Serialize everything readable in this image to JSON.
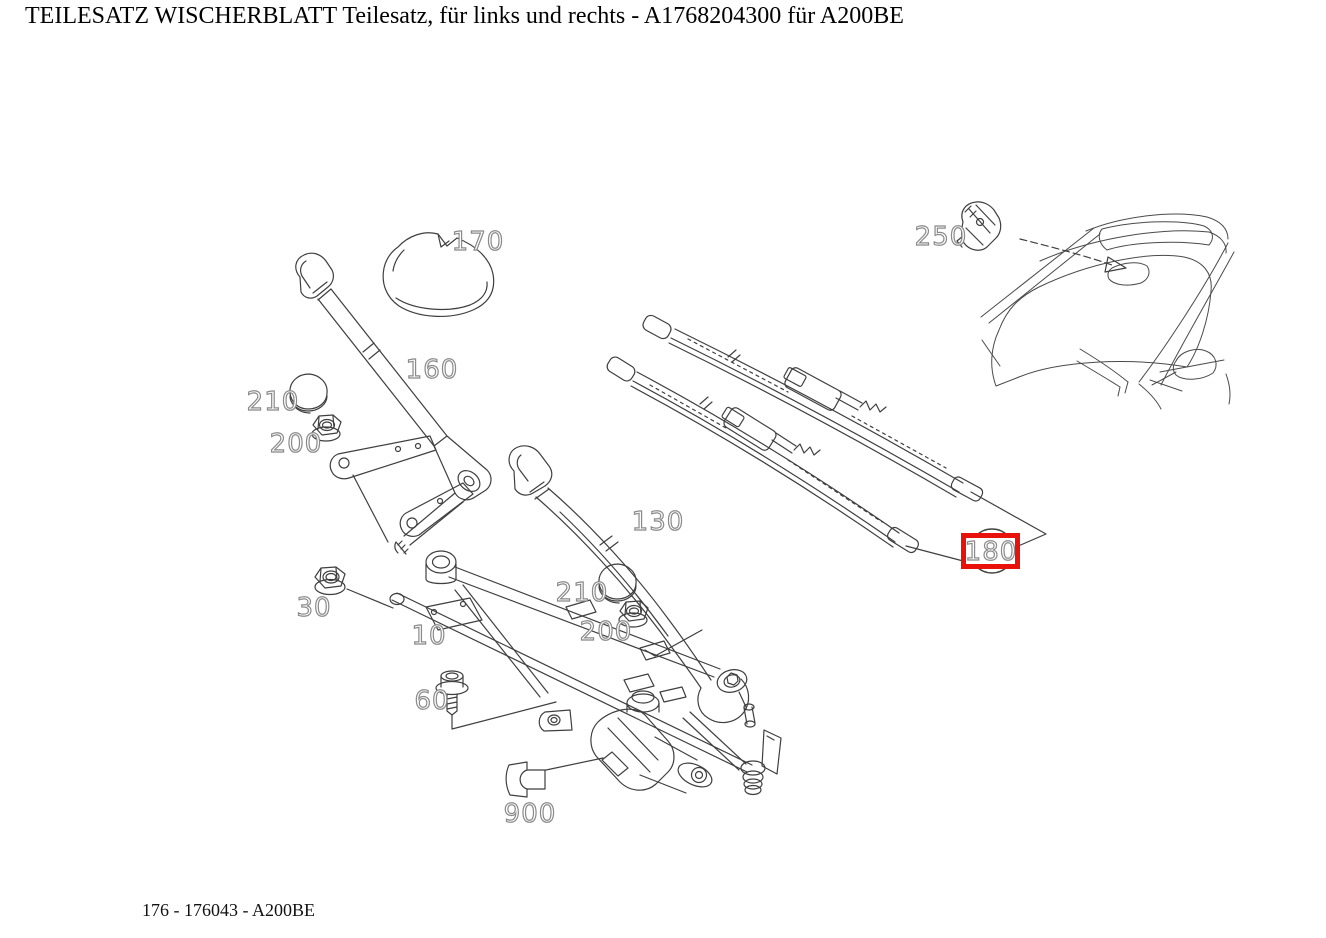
{
  "header": {
    "title": "TEILESATZ WISCHERBLATT Teilesatz, für links und rechts - A1768204300 für A200BE"
  },
  "footer": {
    "reference": "176 - 176043 - A200BE"
  },
  "diagram": {
    "type": "exploded-parts-diagram",
    "subject": "windshield wiper system with wiper blades, arms, linkage and motor",
    "highlight": {
      "part": "180",
      "box_color": "#e8120b"
    },
    "colors": {
      "line": "#3f3f3f",
      "callout_outline": "#8a8a8a",
      "background": "#ffffff"
    },
    "callouts": [
      {
        "label": "170"
      },
      {
        "label": "160"
      },
      {
        "label": "210"
      },
      {
        "label": "200"
      },
      {
        "label": "30"
      },
      {
        "label": "10"
      },
      {
        "label": "60"
      },
      {
        "label": "900"
      },
      {
        "label": "130"
      },
      {
        "label": "210"
      },
      {
        "label": "200"
      },
      {
        "label": "250"
      },
      {
        "label": "180"
      }
    ]
  }
}
